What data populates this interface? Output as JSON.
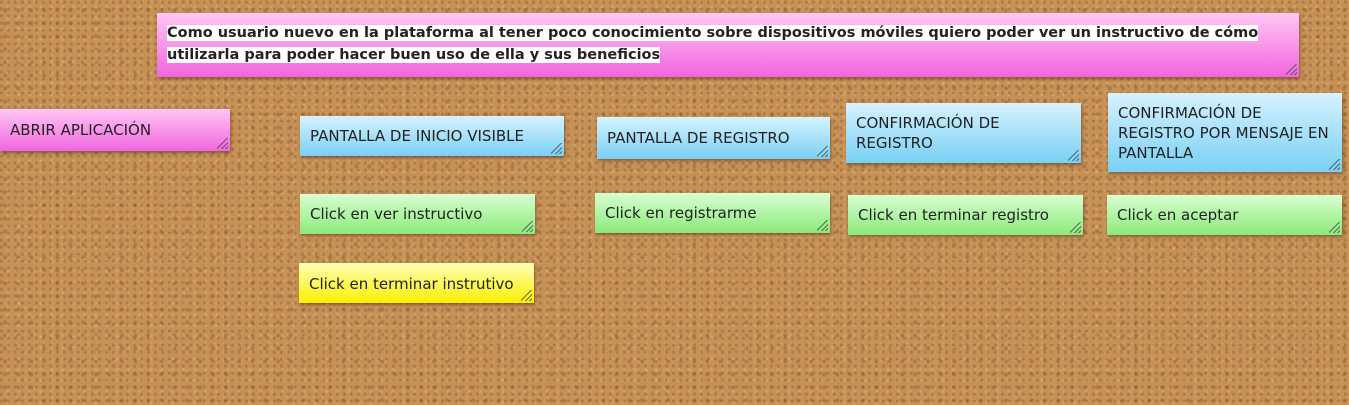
{
  "board": {
    "story_note": {
      "text": "Como usuario nuevo en la plataforma al tener poco conocimiento sobre dispositivos móviles quiero poder ver un instructivo de cómo utilizarla para poder hacer buen uso de ella y sus beneficios",
      "color": "#f066de"
    },
    "notes": {
      "abrir_aplicacion": {
        "text": "ABRIR APLICACIÓN",
        "color": "#f066de"
      },
      "pantalla_inicio": {
        "text": "PANTALLA DE INICIO VISIBLE",
        "color": "#79d0f5"
      },
      "pantalla_registro": {
        "text": "PANTALLA DE REGISTRO",
        "color": "#79d0f5"
      },
      "confirmacion_registro": {
        "text": "CONFIRMACIÓN DE REGISTRO",
        "color": "#79d0f5"
      },
      "confirmacion_mensaje": {
        "text": "CONFIRMACIÓN DE REGISTRO POR MENSAJE EN PANTALLA",
        "color": "#79d0f5"
      },
      "click_ver_instructivo": {
        "text": "Click en ver instructivo",
        "color": "#8bea79"
      },
      "click_registrarme": {
        "text": "Click en registrarme",
        "color": "#8bea79"
      },
      "click_terminar_registro": {
        "text": "Click en terminar registro",
        "color": "#8bea79"
      },
      "click_aceptar": {
        "text": "Click en aceptar",
        "color": "#8bea79"
      },
      "click_terminar_instrutivo": {
        "text": "Click en terminar instrutivo",
        "color": "#fbf000"
      }
    }
  }
}
